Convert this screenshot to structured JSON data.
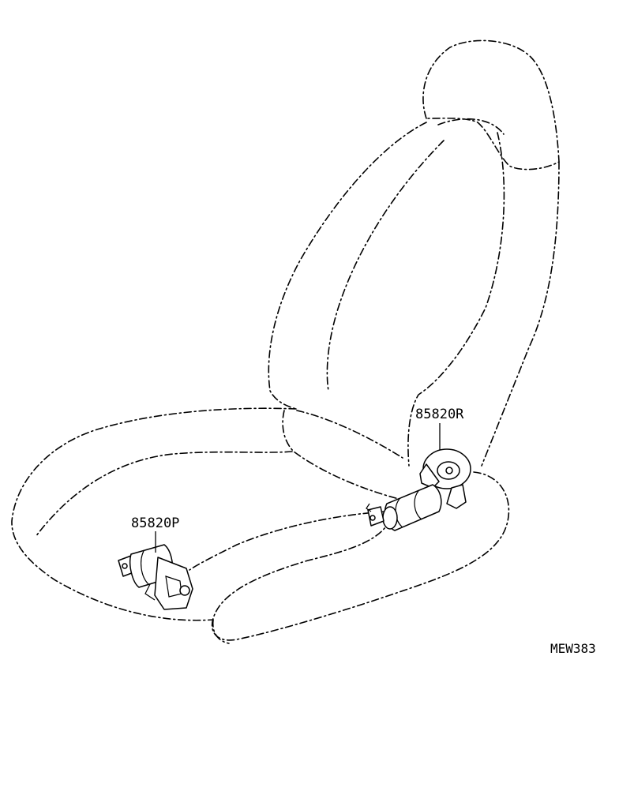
{
  "labels": {
    "part_recline_motor": "85820R",
    "part_slide_motor": "85820P",
    "figure_code": "MEW383"
  }
}
